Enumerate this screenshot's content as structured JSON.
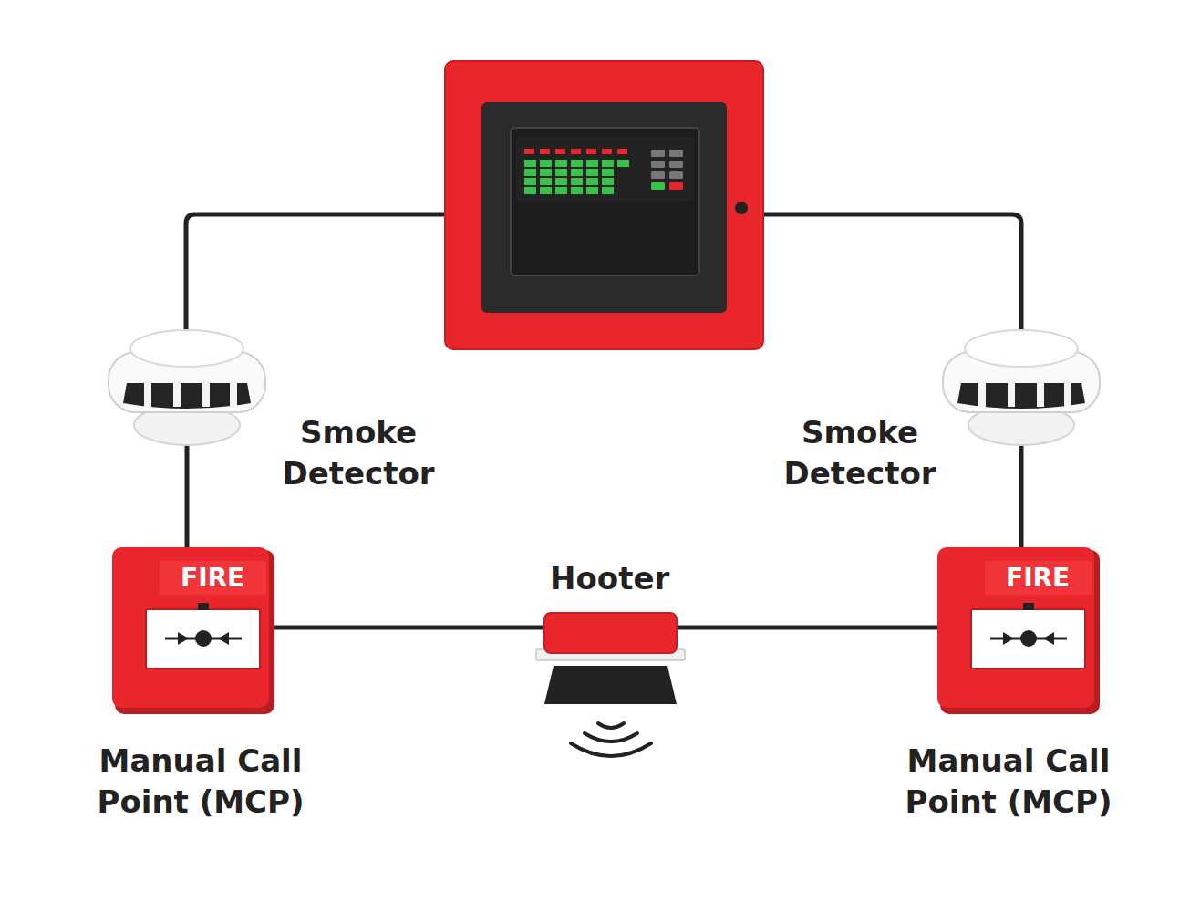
{
  "diagram": {
    "nodes": [
      {
        "text": [
          "Smoke Detector"
        ]
      },
      {
        "text": [
          "Smoke Detector"
        ]
      },
      {
        "text": [
          "FIRE",
          "Manual Call Point (MCP)"
        ]
      },
      {
        "text": [
          "Hooter"
        ]
      },
      {
        "text": [
          "FIRE",
          "Manual Call Point (MCP)"
        ]
      }
    ],
    "edges": [
      {
        "from": 0,
        "to": 2,
        "arrow": "none"
      },
      {
        "from": 1,
        "to": 4,
        "arrow": "none"
      },
      {
        "from": 2,
        "to": 3,
        "arrow": "none"
      },
      {
        "from": 3,
        "to": 4,
        "arrow": "none"
      }
    ]
  }
}
